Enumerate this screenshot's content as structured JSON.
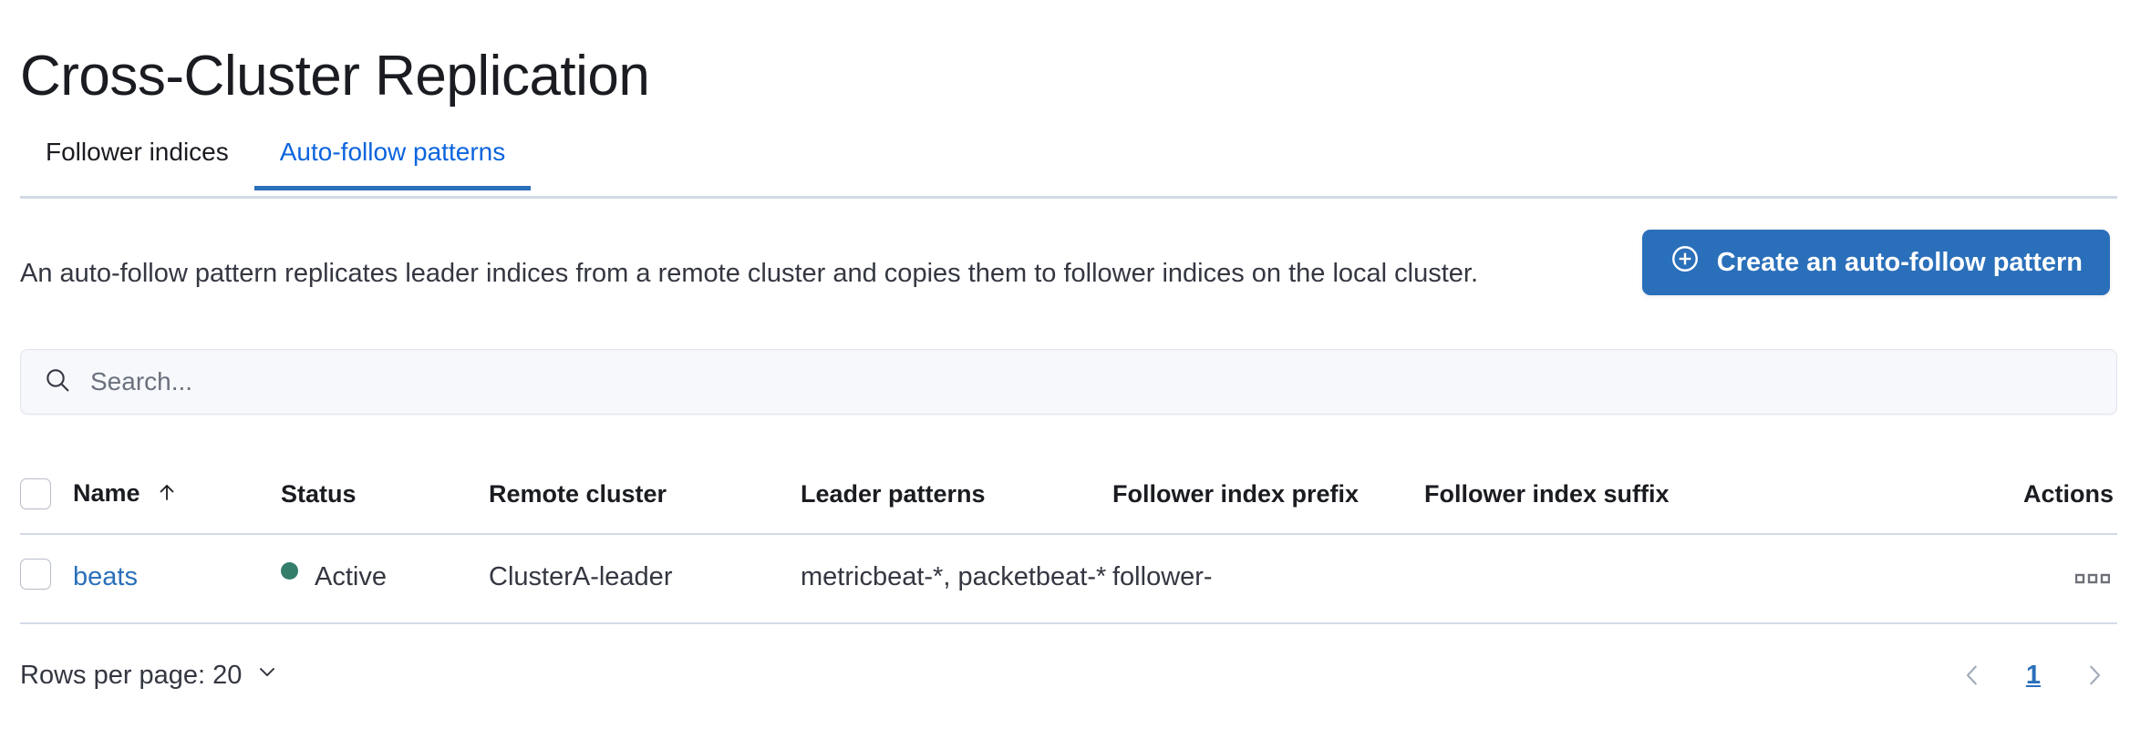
{
  "page": {
    "title": "Cross-Cluster Replication"
  },
  "tabs": [
    {
      "label": "Follower indices",
      "active": false
    },
    {
      "label": "Auto-follow patterns",
      "active": true
    }
  ],
  "intro": {
    "description": "An auto-follow pattern replicates leader indices from a remote cluster and copies them to follower indices on the local cluster.",
    "cta_label": "Create an auto-follow pattern",
    "cta_icon": "plus-in-circle-icon",
    "cta_color": "#2a6fba"
  },
  "search": {
    "placeholder": "Search...",
    "value": "",
    "icon": "search-icon"
  },
  "table": {
    "columns": [
      {
        "key": "name",
        "label": "Name",
        "sorted": "asc",
        "sort_icon": "sort-up-arrow-icon"
      },
      {
        "key": "status",
        "label": "Status"
      },
      {
        "key": "remote_cluster",
        "label": "Remote cluster"
      },
      {
        "key": "leader_patterns",
        "label": "Leader patterns"
      },
      {
        "key": "follower_index_prefix",
        "label": "Follower index prefix"
      },
      {
        "key": "follower_index_suffix",
        "label": "Follower index suffix"
      },
      {
        "key": "actions",
        "label": "Actions"
      }
    ],
    "rows": [
      {
        "name": "beats",
        "status": "Active",
        "status_color": "#357d6b",
        "remote_cluster": "ClusterA-leader",
        "leader_patterns": "metricbeat-*, packetbeat-*",
        "follower_index_prefix": "follower-",
        "follower_index_suffix": "",
        "actions_icon": "boxes-horizontal-icon"
      }
    ]
  },
  "footer": {
    "rows_per_page_label": "Rows per page: 20",
    "rows_per_page_icon": "chevron-down-icon",
    "prev_icon": "chevron-left-icon",
    "next_icon": "chevron-right-icon",
    "current_page": "1"
  }
}
